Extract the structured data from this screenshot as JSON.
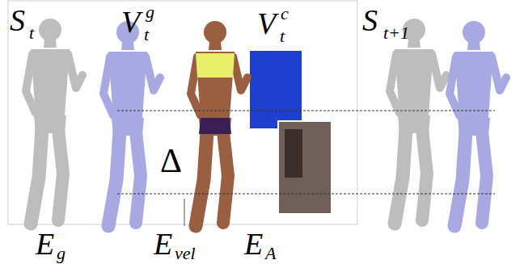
{
  "diagram": {
    "labels": [
      "S",
      "t",
      "V",
      "t",
      "g",
      "V",
      "t",
      "c",
      "S",
      "t+1",
      "Δ",
      "E",
      "g",
      "E",
      "vel",
      "E",
      "A"
    ]
  }
}
